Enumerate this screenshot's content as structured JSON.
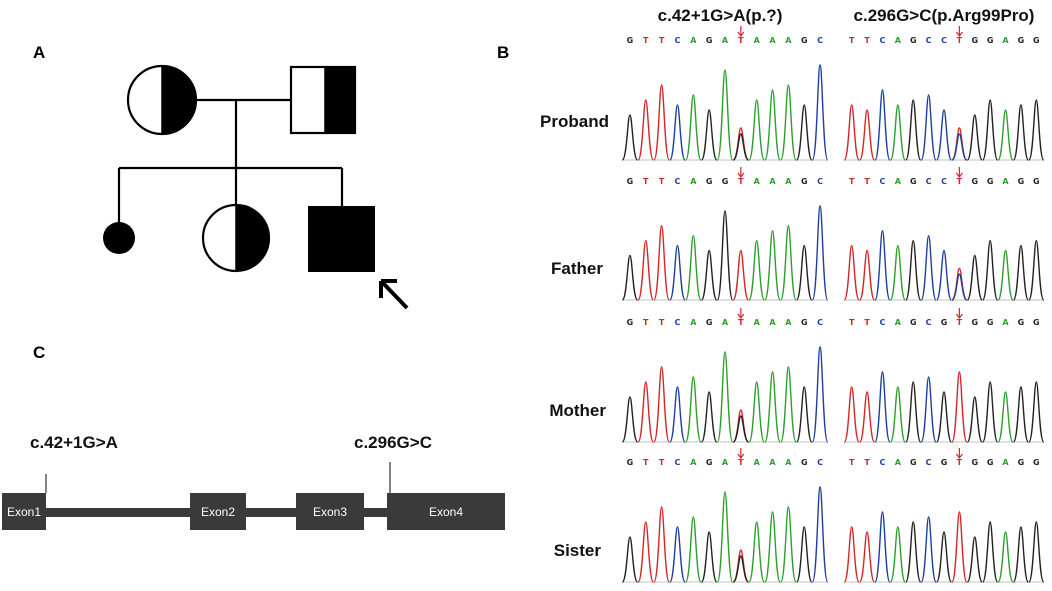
{
  "panels": {
    "a": "A",
    "b": "B",
    "c": "C"
  },
  "pedigree": {
    "members": [
      {
        "id": "mother",
        "sex": "female",
        "status": "carrier"
      },
      {
        "id": "father",
        "sex": "male",
        "status": "carrier"
      },
      {
        "id": "child-1",
        "sex": "unknown",
        "status": "affected"
      },
      {
        "id": "sister",
        "sex": "female",
        "status": "carrier"
      },
      {
        "id": "proband",
        "sex": "male",
        "status": "affected",
        "is_proband": true
      }
    ]
  },
  "gene_diagram": {
    "exons": [
      "Exon1",
      "Exon2",
      "Exon3",
      "Exon4"
    ],
    "variants": [
      "c.42+1G>A",
      "c.296G>C"
    ]
  },
  "sequencing": {
    "columns": [
      "c.42+1G>A(p.?)",
      "c.296G>C(p.Arg99Pro)"
    ],
    "rows": [
      {
        "label": "Proband",
        "seqs": [
          "GTTCAGATAAAGC",
          "TTCAGCCTGGAGG"
        ],
        "het": [
          true,
          true
        ]
      },
      {
        "label": "Father",
        "seqs": [
          "GTTCAGGTAAAGC",
          "TTCAGCCTGGAGG"
        ],
        "het": [
          false,
          true
        ]
      },
      {
        "label": "Mother",
        "seqs": [
          "GTTCAGATAAAGC",
          "TTCAGCGTGGAGG"
        ],
        "het": [
          true,
          false
        ]
      },
      {
        "label": "Sister",
        "seqs": [
          "GTTCAGATAAAGC",
          "TTCAGCGTGGAGG"
        ],
        "het": [
          true,
          false
        ]
      }
    ],
    "base_colors": {
      "A": "#2ca02c",
      "C": "#1f3fa0",
      "G": "#222222",
      "T": "#d62728"
    },
    "arrow_color": "#d62728"
  }
}
